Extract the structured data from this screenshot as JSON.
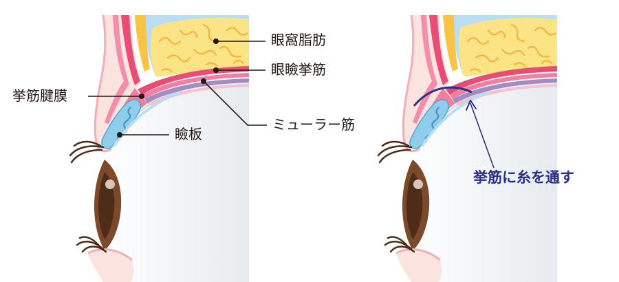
{
  "labels": {
    "orbital_fat": "眼窩脂肪",
    "levator_muscle": "眼瞼挙筋",
    "levator_aponeurosis": "挙筋腱膜",
    "muller_muscle": "ミューラー筋",
    "tarsal_plate": "瞼板"
  },
  "procedure_note": "挙筋に糸を通す",
  "colors": {
    "skin": "#fbe4e0",
    "skin_edge": "#f1aeb5",
    "muscle_red": "#e84d75",
    "muscle_pink": "#f07fa0",
    "muller_purple": "#a38cc2",
    "fat_yellow": "#fbe486",
    "fat_lines": "#f3b33d",
    "conjunctiva_blue": "#b9def2",
    "tarsal_blue": "#8fcdea",
    "iris_brown": "#7b4a2a",
    "suture_navy": "#2c2f86",
    "leader_line": "#231815"
  }
}
